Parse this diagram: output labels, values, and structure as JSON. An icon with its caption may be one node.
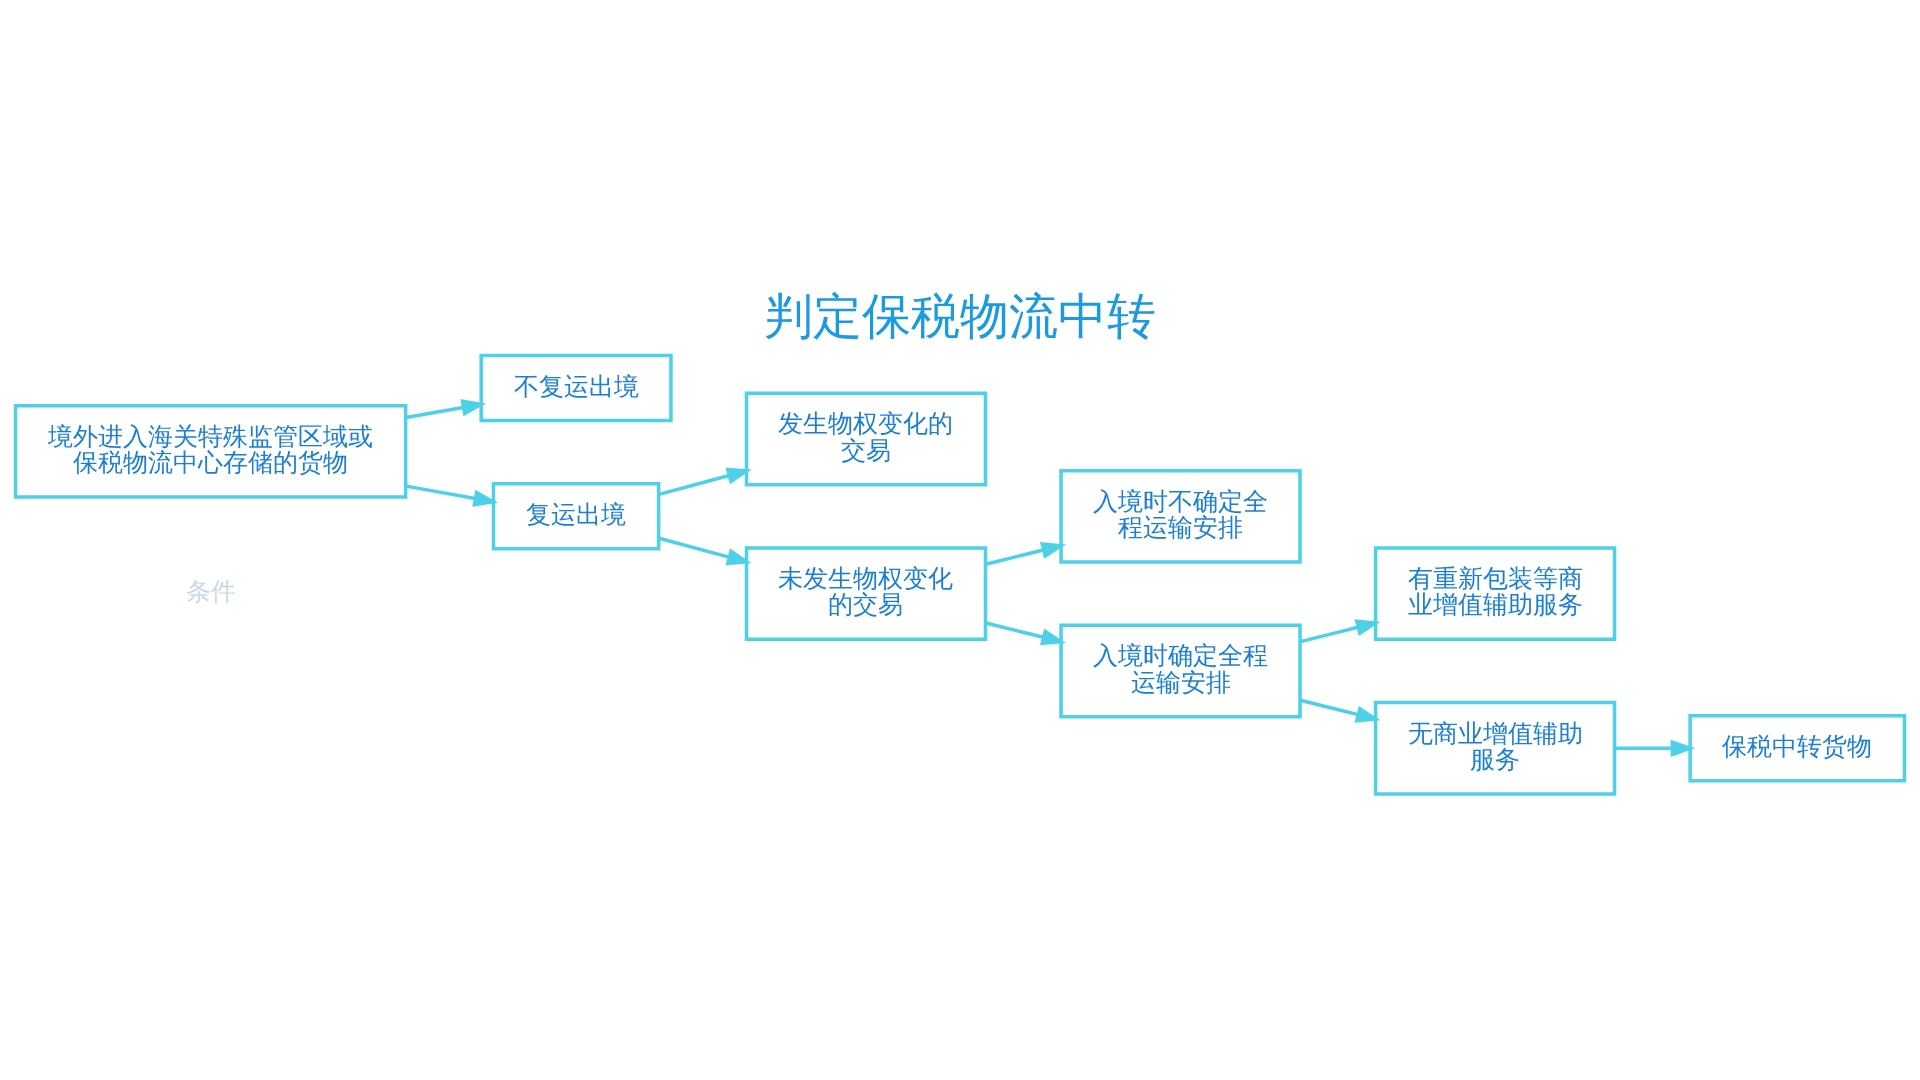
{
  "diagram": {
    "title": "判定保税物流中转",
    "nodes": [
      {
        "text": [
          "境外进入海关特殊监管区域或保税物流中心存储的货物"
        ]
      },
      {
        "text": [
          "不复运出境"
        ]
      },
      {
        "text": [
          "复运出境"
        ]
      },
      {
        "text": [
          "发生物权变化的交易"
        ]
      },
      {
        "text": [
          "未发生物权变化的交易"
        ]
      },
      {
        "text": [
          "入境时不确定全程运输安排"
        ]
      },
      {
        "text": [
          "入境时确定全程运输安排"
        ]
      },
      {
        "text": [
          "有重新包装等商业增值辅助服务"
        ]
      },
      {
        "text": [
          "无商业增值辅助服务"
        ]
      },
      {
        "text": [
          "保税中转货物"
        ]
      }
    ],
    "edges": [
      {
        "from": 0,
        "to": 1,
        "arrow": "to"
      },
      {
        "from": 0,
        "to": 2,
        "arrow": "to"
      },
      {
        "from": 2,
        "to": 3,
        "arrow": "to"
      },
      {
        "from": 2,
        "to": 4,
        "arrow": "to"
      },
      {
        "from": 4,
        "to": 5,
        "arrow": "to"
      },
      {
        "from": 4,
        "to": 6,
        "arrow": "to"
      },
      {
        "from": 6,
        "to": 7,
        "arrow": "to"
      },
      {
        "from": 6,
        "to": 8,
        "arrow": "to"
      },
      {
        "from": 8,
        "to": 9,
        "arrow": "to"
      }
    ],
    "labels": [
      "条件"
    ]
  }
}
